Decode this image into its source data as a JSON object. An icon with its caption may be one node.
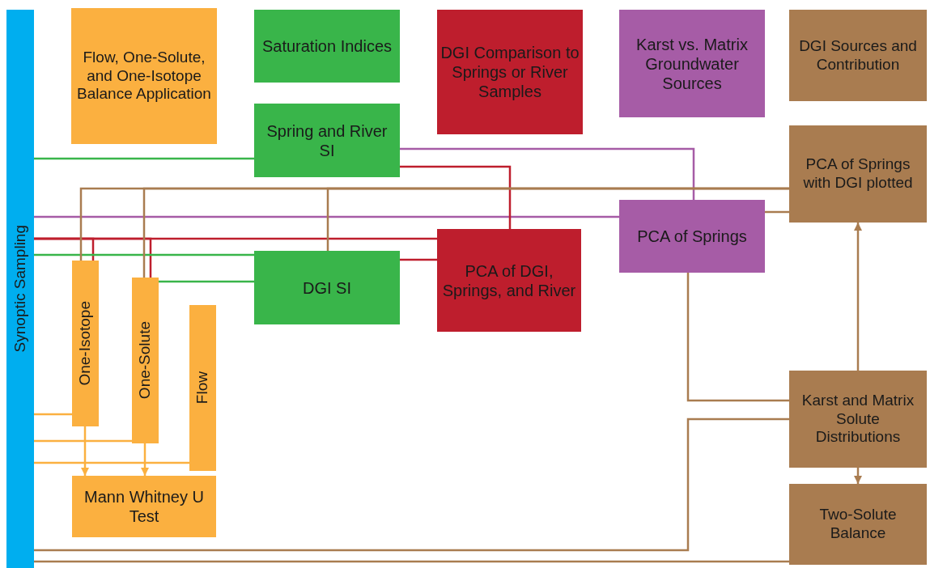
{
  "diagram": {
    "nodes": [
      {
        "text": [
          "Synoptic Sampling"
        ]
      },
      {
        "text": [
          "Flow, One-Solute, and One-Isotope Balance Application"
        ]
      },
      {
        "text": [
          "Saturation Indices"
        ]
      },
      {
        "text": [
          "DGI Comparison to Springs or River Samples"
        ]
      },
      {
        "text": [
          "Karst vs. Matrix Groundwater Sources"
        ]
      },
      {
        "text": [
          "DGI Sources and Contribution"
        ]
      },
      {
        "text": [
          "Spring and River SI"
        ]
      },
      {
        "text": [
          "PCA of Springs with DGI plotted"
        ]
      },
      {
        "text": [
          "PCA of Springs"
        ]
      },
      {
        "text": [
          "DGI SI"
        ]
      },
      {
        "text": [
          "PCA of DGI, Springs, and River"
        ]
      },
      {
        "text": [
          "One-Isotope"
        ]
      },
      {
        "text": [
          "One-Solute"
        ]
      },
      {
        "text": [
          "Flow"
        ]
      },
      {
        "text": [
          "Karst and Matrix Solute Distributions"
        ]
      },
      {
        "text": [
          "Mann Whitney U Test"
        ]
      },
      {
        "text": [
          "Two-Solute Balance"
        ]
      }
    ],
    "edges": [
      {
        "from": 0,
        "to": 6,
        "arrow": "none",
        "color": "#39b54a"
      },
      {
        "from": 0,
        "to": 8,
        "arrow": "none",
        "color": "#a65ca6"
      },
      {
        "from": 6,
        "to": 8,
        "arrow": "none",
        "color": "#a65ca6"
      },
      {
        "from": 6,
        "to": 10,
        "arrow": "none",
        "color": "#be1e2d"
      },
      {
        "from": 0,
        "to": 10,
        "arrow": "none",
        "color": "#be1e2d"
      },
      {
        "from": 0,
        "to": 11,
        "arrow": "none",
        "color": "#be1e2d"
      },
      {
        "from": 0,
        "to": 12,
        "arrow": "none",
        "color": "#be1e2d"
      },
      {
        "from": 0,
        "to": 9,
        "arrow": "none",
        "color": "#39b54a"
      },
      {
        "from": 12,
        "to": 9,
        "arrow": "none",
        "color": "#39b54a"
      },
      {
        "from": 9,
        "to": 10,
        "arrow": "none",
        "color": "#be1e2d"
      },
      {
        "from": 7,
        "to": 11,
        "arrow": "none"
      },
      {
        "from": 7,
        "to": 12,
        "arrow": "none"
      },
      {
        "from": 7,
        "to": 9,
        "arrow": "none"
      },
      {
        "from": 8,
        "to": 7,
        "arrow": "none"
      },
      {
        "from": 8,
        "to": 14,
        "arrow": "none"
      },
      {
        "from": 14,
        "to": 7,
        "arrow": "to"
      },
      {
        "from": 14,
        "to": 16,
        "arrow": "to"
      },
      {
        "from": 14,
        "to": 0,
        "arrow": "none"
      },
      {
        "from": 16,
        "to": 0,
        "arrow": "none"
      },
      {
        "from": 0,
        "to": 11,
        "arrow": "none",
        "color": "#fbb040"
      },
      {
        "from": 0,
        "to": 12,
        "arrow": "none",
        "color": "#fbb040"
      },
      {
        "from": 0,
        "to": 13,
        "arrow": "none",
        "color": "#fbb040"
      },
      {
        "from": 11,
        "to": 15,
        "arrow": "to",
        "color": "#fbb040"
      },
      {
        "from": 12,
        "to": 15,
        "arrow": "to",
        "color": "#fbb040"
      }
    ]
  }
}
